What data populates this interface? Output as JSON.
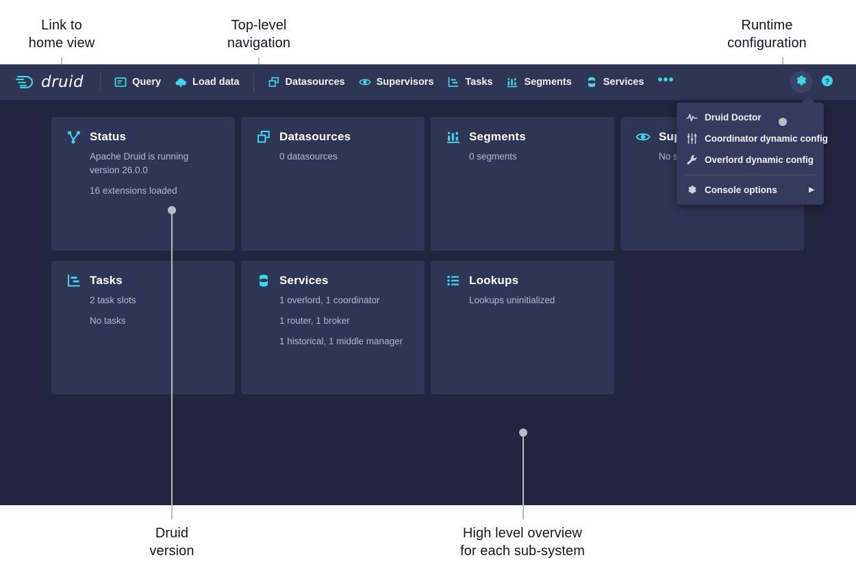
{
  "annotations": [
    {
      "name": "link-to-home-view",
      "text": "Link to\nhome view"
    },
    {
      "name": "top-level-navigation",
      "text": "Top-level\nnavigation"
    },
    {
      "name": "runtime-configuration",
      "text": "Runtime\nconfiguration"
    },
    {
      "name": "druid-version",
      "text": "Druid\nversion"
    },
    {
      "name": "high-level-overview",
      "text": "High level overview\nfor each sub-system"
    }
  ],
  "navbar": {
    "logo_text": "druid",
    "items": [
      {
        "label": "Query",
        "icon": "query-icon"
      },
      {
        "label": "Load data",
        "icon": "cloud-upload-icon"
      },
      {
        "label": "Datasources",
        "icon": "datasources-icon"
      },
      {
        "label": "Supervisors",
        "icon": "eye-icon"
      },
      {
        "label": "Tasks",
        "icon": "tasks-icon"
      },
      {
        "label": "Segments",
        "icon": "segments-icon"
      },
      {
        "label": "Services",
        "icon": "database-icon"
      }
    ],
    "more_label": "•••",
    "gear_icon": "gear-icon",
    "help_icon": "help-icon"
  },
  "cards": [
    {
      "name": "status",
      "title": "Status",
      "icon": "git-branch-icon",
      "lines": [
        "Apache Druid is running version 26.0.0",
        "16 extensions loaded"
      ]
    },
    {
      "name": "datasources",
      "title": "Datasources",
      "icon": "datasources-icon",
      "lines": [
        "0 datasources"
      ]
    },
    {
      "name": "segments",
      "title": "Segments",
      "icon": "segments-icon",
      "lines": [
        "0 segments"
      ]
    },
    {
      "name": "supervisors",
      "title": "Supervisors",
      "icon": "eye-icon",
      "lines": [
        "No supervisors"
      ]
    },
    {
      "name": "tasks",
      "title": "Tasks",
      "icon": "tasks-icon",
      "lines": [
        "2 task slots",
        "No tasks"
      ]
    },
    {
      "name": "services",
      "title": "Services",
      "icon": "database-icon",
      "lines": [
        "1 overlord, 1 coordinator",
        "1 router, 1 broker",
        "1 historical, 1 middle manager"
      ]
    },
    {
      "name": "lookups",
      "title": "Lookups",
      "icon": "list-icon",
      "lines": [
        "Lookups uninitialized"
      ]
    }
  ],
  "menu": {
    "items": [
      {
        "label": "Druid Doctor",
        "icon": "pulse-icon"
      },
      {
        "label": "Coordinator dynamic config",
        "icon": "sliders-icon"
      },
      {
        "label": "Overlord dynamic config",
        "icon": "wrench-icon"
      },
      {
        "label": "Console options",
        "icon": "gear-icon",
        "submenu": "▶"
      }
    ]
  },
  "colors": {
    "accent": "#3fd4e8",
    "navbar_bg": "#2f3555",
    "app_bg": "#21263f",
    "card_bg": "#2f3555",
    "menu_bg": "#343b5c",
    "text": "#ffffff",
    "muted_text": "#b6bacb"
  }
}
